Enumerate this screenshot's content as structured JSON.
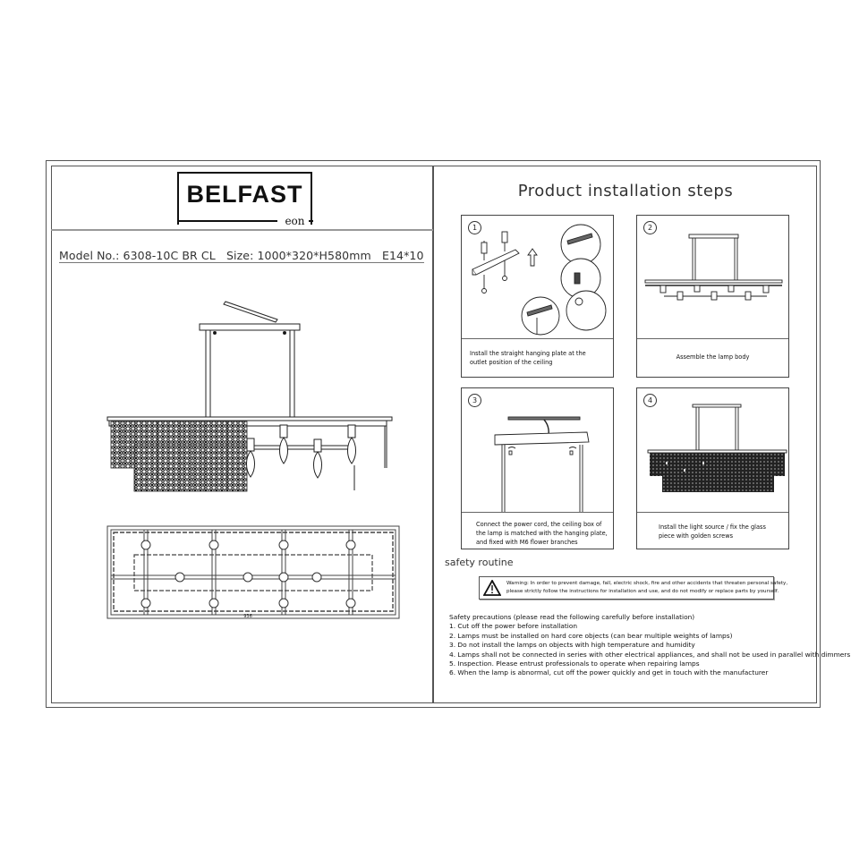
{
  "brand": {
    "name": "BELFAST",
    "sub": "eon"
  },
  "product": {
    "model_line": "Model No.: 6308-10C BR CL   Size: 1000*320*H580mm   E14*10",
    "model_no": "6308-10C BR CL",
    "size": "1000*320*H580mm",
    "bulb": "E14*10",
    "plan_dimension_label": "936"
  },
  "installation": {
    "title": "Product installation steps",
    "steps": [
      {
        "number": "1",
        "caption": "Install the straight hanging plate at the outlet position of the ceiling"
      },
      {
        "number": "2",
        "caption": "Assemble the lamp body"
      },
      {
        "number": "3",
        "caption": "Connect the power cord, the ceiling box of the lamp is matched with the hanging plate, and fixed with M6 flower branches"
      },
      {
        "number": "4",
        "caption": "Install the light source / fix the glass piece with golden screws"
      }
    ]
  },
  "safety": {
    "heading": "safety routine",
    "warning_icon": "warning-triangle-icon",
    "warning_line1": "Warning: In order to prevent damage, fall, electric shock, fire and other accidents that threaten personal safety,",
    "warning_line2": "please strictly follow the instructions for installation and use, and do not modify or replace parts by yourself.",
    "precautions_title": "Safety precautions (please read the following carefully before installation)",
    "precautions": [
      "1. Cut off the power before installation",
      "2. Lamps must be installed on hard core objects (can bear multiple weights of lamps)",
      "3. Do not install the lamps on objects with high temperature and humidity",
      "4. Lamps shall not be connected in series with other electrical appliances, and shall not be used in parallel with dimmers",
      "5. Inspection. Please entrust professionals to operate when repairing lamps",
      "6. When the lamp is abnormal, cut off the power quickly and get in touch with the manufacturer"
    ]
  }
}
